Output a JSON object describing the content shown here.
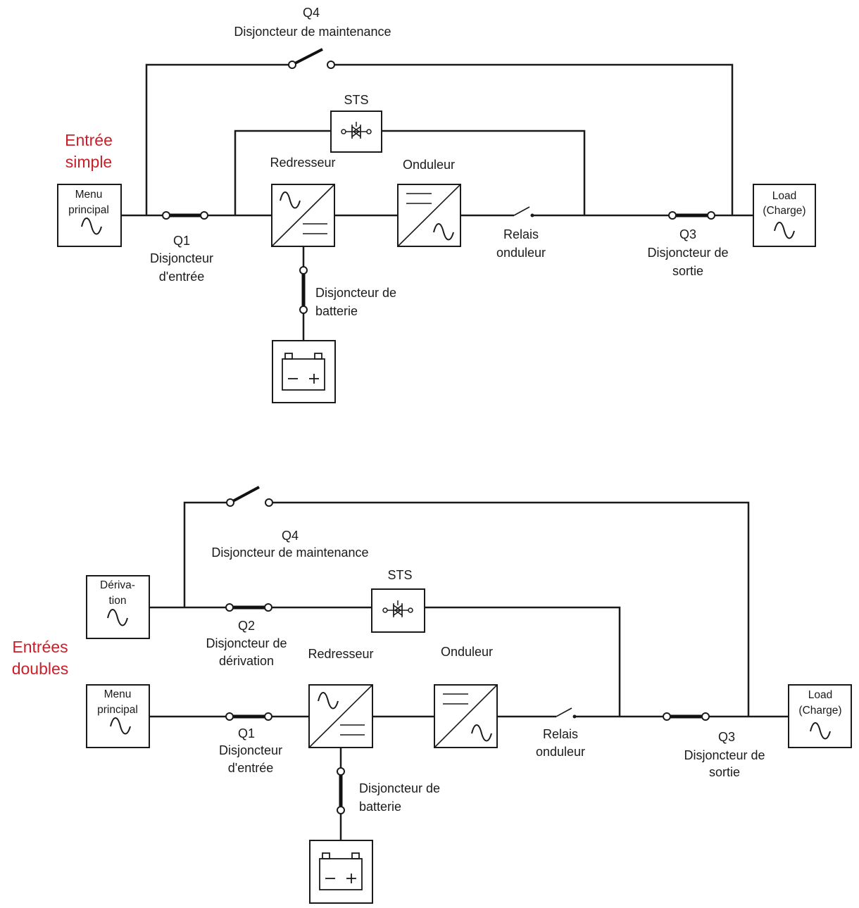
{
  "single": {
    "mode_label": [
      "Entrée",
      "simple"
    ],
    "q4_id": "Q4",
    "q4_label": "Disjoncteur de maintenance",
    "sts": "STS",
    "rectifier": "Redresseur",
    "inverter": "Onduleur",
    "main_input": [
      "Menu",
      "principal"
    ],
    "load": [
      "Load",
      "(Charge)"
    ],
    "q1_id": "Q1",
    "q1_label": [
      "Disjoncteur",
      "d'entrée"
    ],
    "relay": [
      "Relais",
      "onduleur"
    ],
    "q3_id": "Q3",
    "q3_label": [
      "Disjoncteur de",
      "sortie"
    ],
    "battery_breaker": [
      "Disjoncteur de",
      "batterie"
    ]
  },
  "dual": {
    "mode_label": [
      "Entrées",
      "doubles"
    ],
    "q4_id": "Q4",
    "q4_label": "Disjoncteur de maintenance",
    "sts": "STS",
    "bypass_input": [
      "Dériva-",
      "tion"
    ],
    "q2_id": "Q2",
    "q2_label": [
      "Disjoncteur de",
      "dérivation"
    ],
    "rectifier": "Redresseur",
    "inverter": "Onduleur",
    "main_input": [
      "Menu",
      "principal"
    ],
    "load": [
      "Load",
      "(Charge)"
    ],
    "q1_id": "Q1",
    "q1_label": [
      "Disjoncteur",
      "d'entrée"
    ],
    "relay": [
      "Relais",
      "onduleur"
    ],
    "q3_id": "Q3",
    "q3_label": [
      "Disjoncteur de",
      "sortie"
    ],
    "battery_breaker": [
      "Disjoncteur de",
      "batterie"
    ]
  },
  "colors": {
    "accent": "#c8202b",
    "line": "#1a1a1a"
  }
}
